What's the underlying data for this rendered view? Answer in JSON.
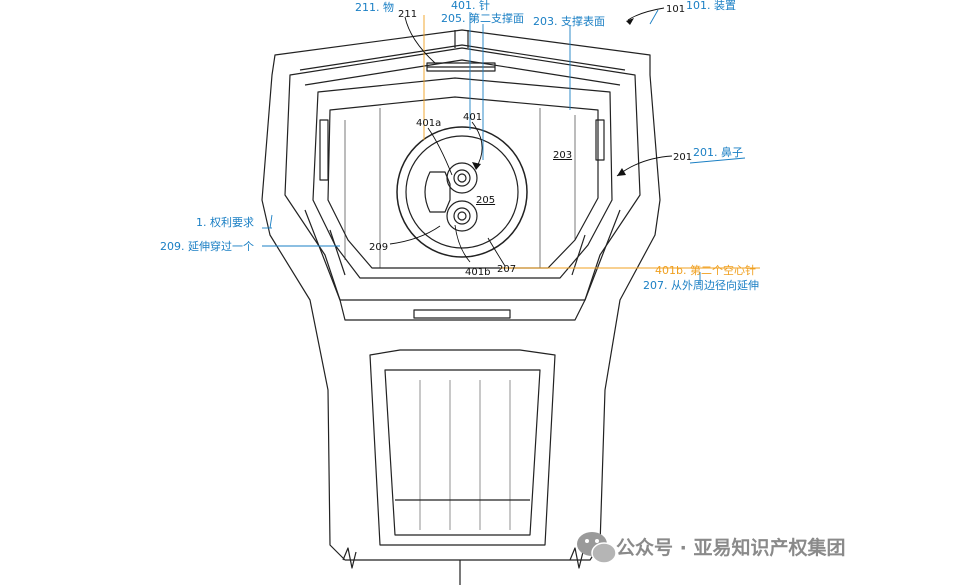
{
  "colors": {
    "annotation_blue": "#1a7fc4",
    "annotation_orange": "#f0a020",
    "line_drawing": "#222222"
  },
  "annotations": {
    "a211": "211. 物",
    "a401": "401. 针",
    "a205": "205. 第二支撑面",
    "a203": "203. 支撑表面",
    "a101": "101. 装置",
    "a201": "201. 鼻子",
    "a1": "1. 权利要求",
    "a209": "209. 延伸穿过一个",
    "a401b": "401b. 第二个空心针",
    "a207": "207. 从外周边径向延伸"
  },
  "refs": {
    "r211": "211",
    "r101": "101",
    "r401a": "401a",
    "r401": "401",
    "r203": "203",
    "r201": "201",
    "r205": "205",
    "r209": "209",
    "r401b": "401b",
    "r207": "207"
  },
  "watermark": {
    "text": "公众号 · 亚易知识产权集团",
    "icon": "wechat-icon"
  }
}
